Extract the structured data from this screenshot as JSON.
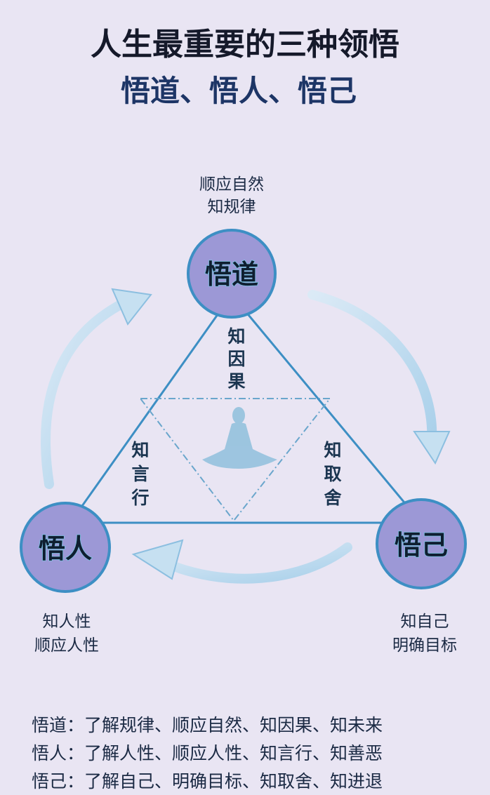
{
  "title": {
    "line1": "人生最重要的三种领悟",
    "line2": "悟道、悟人、悟己"
  },
  "nodes": {
    "top": {
      "label": "悟道",
      "caption1": "顺应自然",
      "caption2": "知规律"
    },
    "left": {
      "label": "悟人",
      "caption1": "知人性",
      "caption2": "顺应人性"
    },
    "right": {
      "label": "悟己",
      "caption1": "知自己",
      "caption2": "明确目标"
    }
  },
  "edges": {
    "top": [
      "知",
      "因",
      "果"
    ],
    "left": [
      "知",
      "言",
      "行"
    ],
    "right": [
      "知",
      "取",
      "舍"
    ]
  },
  "footer": [
    "悟道：了解规律、顺应自然、知因果、知未来",
    "悟人：了解人性、顺应人性、知言行、知善恶",
    "悟己：了解自己、明确目标、知取舍、知进退"
  ],
  "colors": {
    "background": "#e9e5f3",
    "circle": "#9c98d6",
    "line": "#3d8fc4",
    "arrow": "#b7d8ee"
  }
}
